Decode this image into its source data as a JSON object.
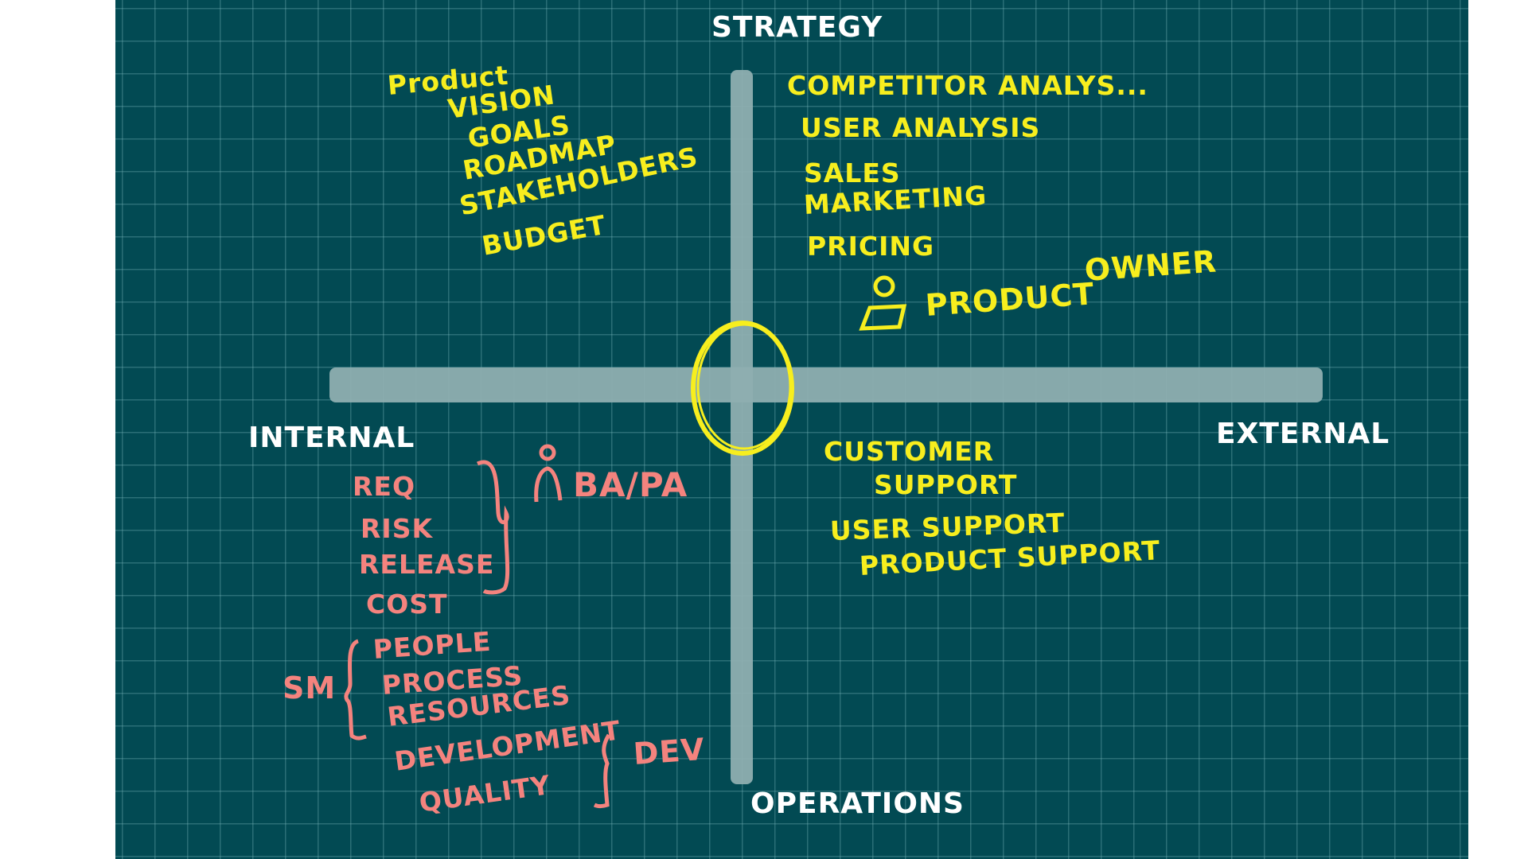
{
  "axes": {
    "top": "STRATEGY",
    "bottom": "OPERATIONS",
    "left": "INTERNAL",
    "right": "EXTERNAL"
  },
  "strategy_internal": [
    "Product",
    "VISION",
    "GOALS",
    "ROADMAP",
    "STAKEHOLDERS",
    "BUDGET"
  ],
  "strategy_external": [
    "COMPETITOR ANALYS...",
    "USER ANALYSIS",
    "SALES",
    "MARKETING",
    "PRICING"
  ],
  "product_owner": {
    "word1": "PRODUCT",
    "word2": "OWNER"
  },
  "operations_external": [
    "CUSTOMER",
    "SUPPORT",
    "USER SUPPORT",
    "PRODUCT SUPPORT"
  ],
  "ba_group": {
    "items": [
      "REQ",
      "RISK",
      "RELEASE",
      "COST"
    ],
    "role": "BA/PA"
  },
  "sm_group": {
    "role": "SM",
    "items": [
      "PEOPLE",
      "PROCESS",
      "RESOURCES"
    ]
  },
  "dev_group": {
    "items": [
      "DEVELOPMENT",
      "QUALITY"
    ],
    "role": "DEV"
  },
  "colors": {
    "board": "#024a53",
    "axis": "#8eaeb0",
    "yellow": "#f7ee1e",
    "pink": "#f4837e",
    "white": "#ffffff"
  }
}
